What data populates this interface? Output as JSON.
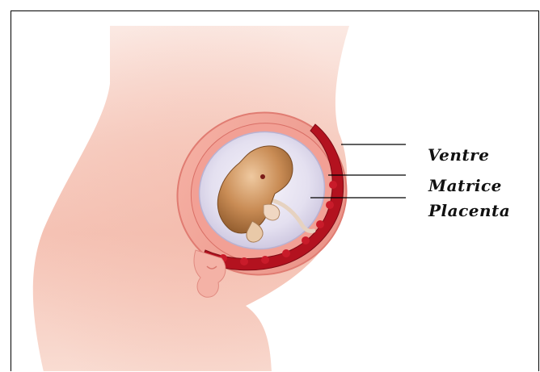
{
  "labels": {
    "ventre": "Ventre",
    "matrice": "Matrice",
    "placenta": "Placenta"
  },
  "colors": {
    "skin_light": "#fbe3dc",
    "skin_mid": "#f5c6b8",
    "uterus_wall": "#f0a49a",
    "uterus_inner": "#e8e6f3",
    "placenta": "#b3121f",
    "fetus": "#c68a52",
    "leader_line": "#000000"
  }
}
